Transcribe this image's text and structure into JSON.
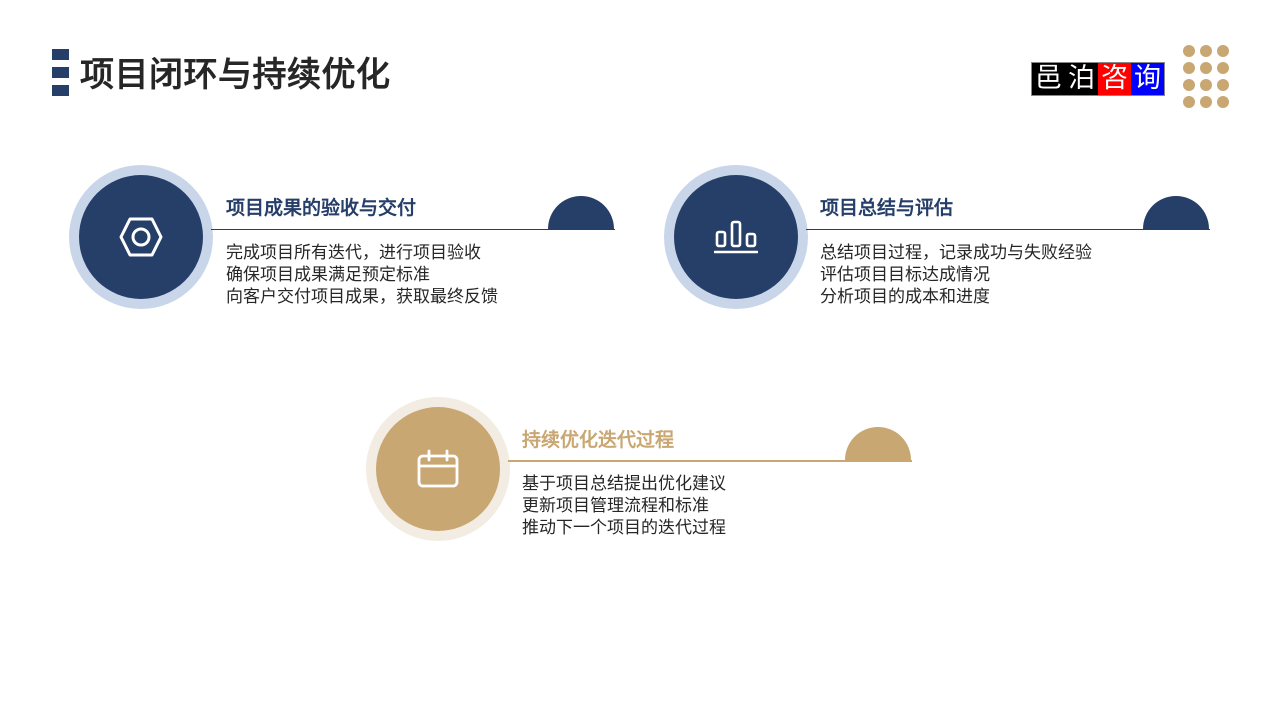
{
  "header": {
    "title": "项目闭环与持续优化",
    "marker_color": "#263f69"
  },
  "logo": {
    "chars": [
      {
        "text": "邑",
        "bg": "#000000"
      },
      {
        "text": "泊",
        "bg": "#000000"
      },
      {
        "text": "咨",
        "bg": "#ff0000"
      },
      {
        "text": "询",
        "bg": "#0000ff"
      }
    ],
    "decor_dots": {
      "rows": 4,
      "cols": 3,
      "color": "#c9a772"
    }
  },
  "colors": {
    "navy": "#263f69",
    "navy_ring": "#c9d6ea",
    "gold": "#c9a772",
    "gold_ring": "#f3ece2",
    "text": "#262626"
  },
  "cards": [
    {
      "icon": "hexagon-nut-icon",
      "title": "项目成果的验收与交付",
      "lines": [
        "完成项目所有迭代，进行项目验收",
        "确保项目成果满足预定标准",
        "向客户交付项目成果，获取最终反馈"
      ]
    },
    {
      "icon": "bar-chart-icon",
      "title": "项目总结与评估",
      "lines": [
        "总结项目过程，记录成功与失败经验",
        "评估项目目标达成情况",
        "分析项目的成本和进度"
      ]
    },
    {
      "icon": "calendar-icon",
      "title": "持续优化迭代过程",
      "lines": [
        "基于项目总结提出优化建议",
        "更新项目管理流程和标准",
        "推动下一个项目的迭代过程"
      ]
    }
  ]
}
